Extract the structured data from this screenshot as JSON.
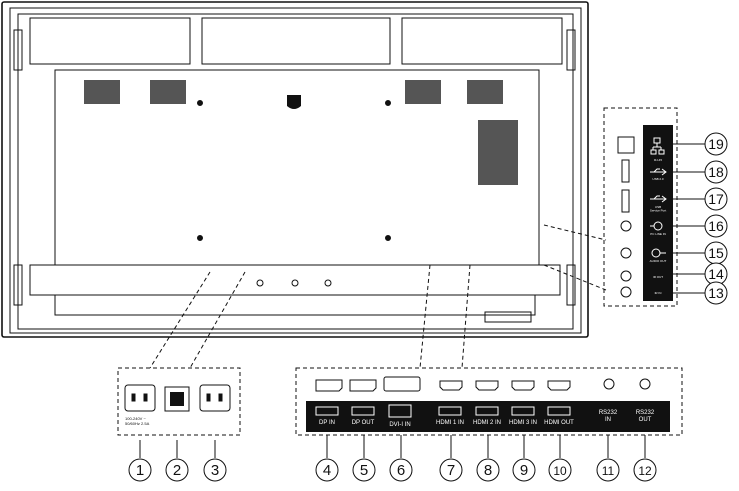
{
  "colors": {
    "ink": "#111111",
    "panel": "#111111",
    "monitor_body": "#ffffff",
    "label_text": "#ffffff"
  },
  "icons": {
    "logo": "philips-shield-icon",
    "lan": "network-icon",
    "usb": "usb-icon",
    "line_in": "line-in-icon",
    "audio_out": "audio-out-icon",
    "power_switch": "power-switch-icon"
  },
  "power_panel": {
    "ac_in_label": "100-240V ~\n50/60Hz 2.5A",
    "callouts": [
      "1",
      "2",
      "3"
    ]
  },
  "io_panel": {
    "labels": {
      "dp_in": "DP IN",
      "dp_out": "DP OUT",
      "dvi_in": "DVI-I IN",
      "hdmi1_in": "HDMI 1 IN",
      "hdmi2_in": "HDMI 2 IN",
      "hdmi3_in": "HDMI 3 IN",
      "hdmi_out": "HDMI OUT",
      "rs232_in": "RS232\nIN",
      "rs232_out": "RS232\nOUT"
    },
    "callouts": [
      "4",
      "5",
      "6",
      "7",
      "8",
      "9",
      "10",
      "11",
      "12"
    ]
  },
  "side_panel": {
    "labels": {
      "lan": "RJ-45",
      "usb_a": "USB 2.0",
      "usb_b": "USB\nService Port",
      "pc_line_in": "PC LINE IN",
      "audio_out": "AUDIO OUT",
      "ir_out": "IR OUT",
      "ir_in": "IR IN"
    },
    "callouts": [
      "19",
      "18",
      "17",
      "16",
      "15",
      "14",
      "13"
    ]
  }
}
